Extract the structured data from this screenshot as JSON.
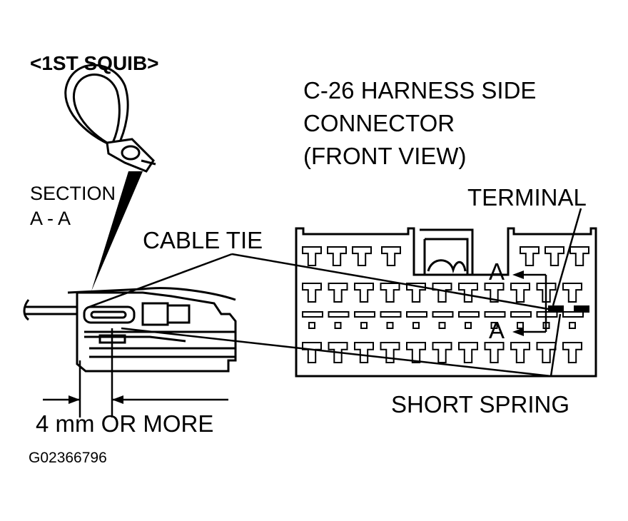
{
  "diagram": {
    "header": "<1ST SQUIB>",
    "connector_title": [
      "C-26 HARNESS SIDE",
      "CONNECTOR",
      "(FRONT VIEW)"
    ],
    "section_label": [
      "SECTION",
      "A - A"
    ],
    "callouts": {
      "terminal": "TERMINAL",
      "cable_tie": "CABLE TIE",
      "short_spring": "SHORT SPRING",
      "section_mark_top": "A",
      "section_mark_bottom": "A"
    },
    "dimension": "4 mm OR MORE",
    "figure_code": "G02366796",
    "colors": {
      "line": "#000000",
      "background": "#ffffff"
    }
  }
}
